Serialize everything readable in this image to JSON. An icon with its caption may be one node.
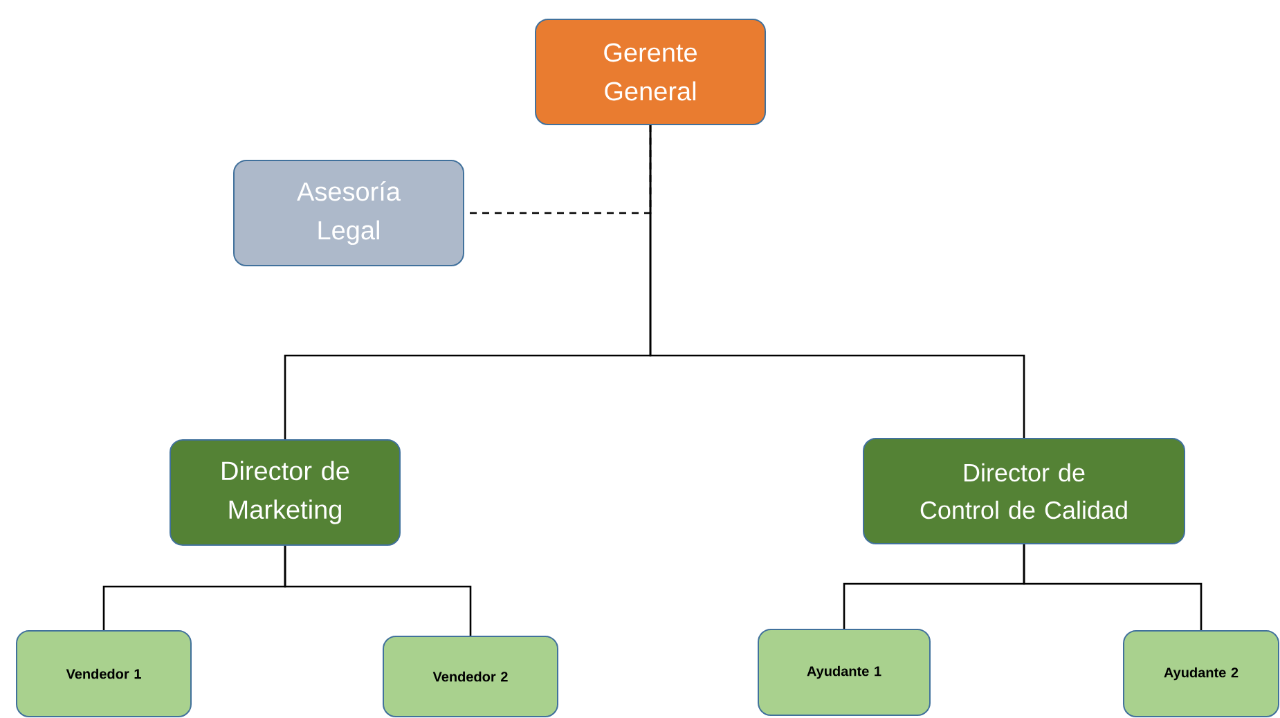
{
  "diagram": {
    "nodes": [
      {
        "text": [
          "Gerente General"
        ]
      },
      {
        "text": [
          "Asesoría Legal"
        ]
      },
      {
        "text": [
          "Director de Marketing"
        ]
      },
      {
        "text": [
          "Director de Control de Calidad"
        ]
      },
      {
        "text": [
          "Vendedor 1"
        ]
      },
      {
        "text": [
          "Vendedor 2"
        ]
      },
      {
        "text": [
          "Ayudante 1"
        ]
      },
      {
        "text": [
          "Ayudante 2"
        ]
      }
    ],
    "edges": [
      {
        "from": 0,
        "to": 1,
        "arrow": "none",
        "style": "dashed"
      },
      {
        "from": 0,
        "to": 2,
        "arrow": "none"
      },
      {
        "from": 0,
        "to": 3,
        "arrow": "none"
      },
      {
        "from": 2,
        "to": 4,
        "arrow": "none"
      },
      {
        "from": 2,
        "to": 5,
        "arrow": "none"
      },
      {
        "from": 3,
        "to": 6,
        "arrow": "none"
      },
      {
        "from": 3,
        "to": 7,
        "arrow": "none"
      }
    ]
  }
}
